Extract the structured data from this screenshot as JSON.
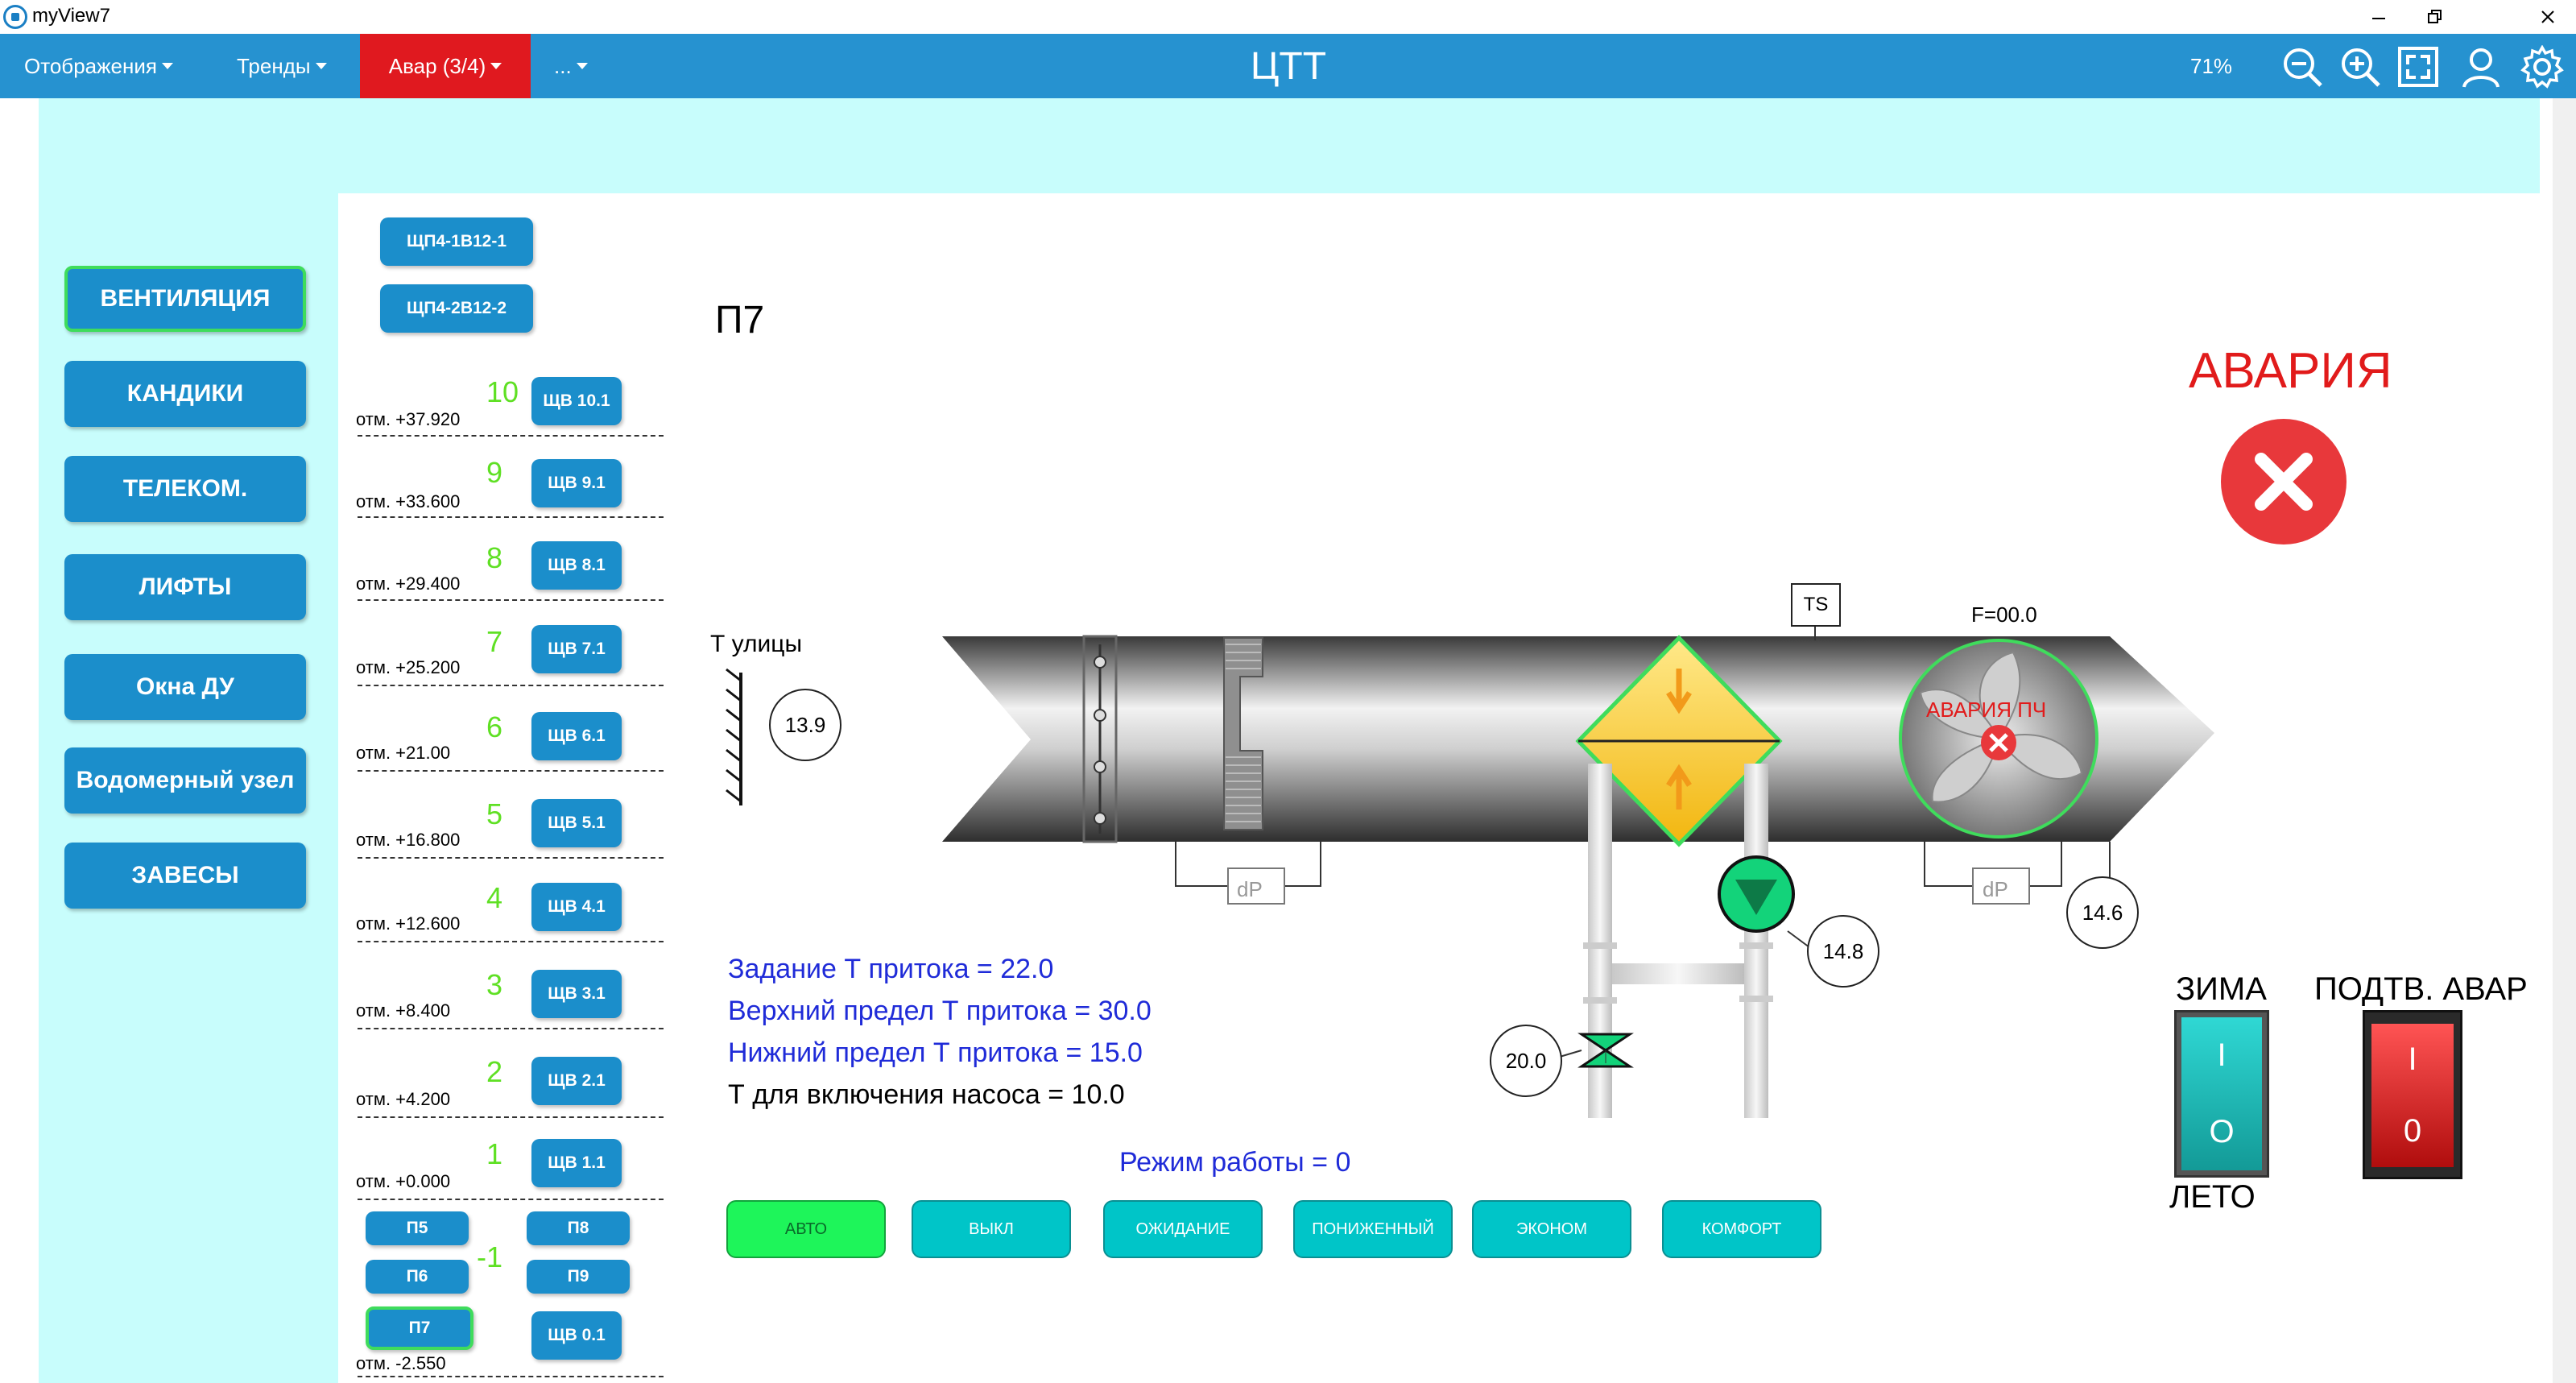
{
  "window": {
    "app_title": "myView7"
  },
  "menu": {
    "displays": "Отображения",
    "trends": "Тренды",
    "alarms": "Авар (3/4)",
    "more": "...",
    "screen_title": "ЦТТ",
    "zoom": "71%"
  },
  "colors": {
    "menu_bg": "#2692d0",
    "alarm_menu_bg": "#e0191f",
    "content_bg": "#c8fdfc",
    "button_blue": "#1b8ecb",
    "selected_border": "#3fdc5c",
    "floor_number": "#5fe024",
    "alarm_red": "#e11b1b",
    "info_blue": "#1f2bd8"
  },
  "nav": [
    {
      "label": "ВЕНТИЛЯЦИЯ"
    },
    {
      "label": "КАНДИКИ"
    },
    {
      "label": "ТЕЛЕКОМ."
    },
    {
      "label": "ЛИФТЫ"
    },
    {
      "label": "Окна ДУ"
    },
    {
      "label": "Водомерный узел"
    },
    {
      "label": "ЗАВЕСЫ"
    }
  ],
  "panels": {
    "top1": "ЩП4-1В12-1",
    "top2": "ЩП4-2В12-2"
  },
  "floors": [
    {
      "num": "10",
      "mark": "отм. +37.920",
      "btn": "ЩВ 10.1"
    },
    {
      "num": "9",
      "mark": "отм. +33.600",
      "btn": "ЩВ 9.1"
    },
    {
      "num": "8",
      "mark": "отм. +29.400",
      "btn": "ЩВ 8.1"
    },
    {
      "num": "7",
      "mark": "отм. +25.200",
      "btn": "ЩВ 7.1"
    },
    {
      "num": "6",
      "mark": "отм. +21.00",
      "btn": "ЩВ 6.1"
    },
    {
      "num": "5",
      "mark": "отм. +16.800",
      "btn": "ЩВ 5.1"
    },
    {
      "num": "4",
      "mark": "отм. +12.600",
      "btn": "ЩВ 4.1"
    },
    {
      "num": "3",
      "mark": "отм. +8.400",
      "btn": "ЩВ 3.1"
    },
    {
      "num": "2",
      "mark": "отм. +4.200",
      "btn": "ЩВ 2.1"
    },
    {
      "num": "1",
      "mark": "отм. +0.000",
      "btn": "ЩВ 1.1"
    }
  ],
  "basement": {
    "num": "-1",
    "mark": "отм. -2.550",
    "p5": "П5",
    "p6": "П6",
    "p7": "П7",
    "p8": "П8",
    "p9": "П9",
    "shv": "ЩВ 0.1"
  },
  "scheme": {
    "title": "П7",
    "t_outdoor_label": "Т улицы",
    "t_outdoor": "13.9",
    "ts_label": "TS",
    "freq": "F=00.0",
    "fan_alarm": "АВАРИЯ ПЧ",
    "dp1": "dP",
    "dp2": "dP",
    "t_supply": "14.6",
    "t_return": "14.8",
    "t_water": "20.0",
    "alarm_title": "АВАРИЯ"
  },
  "info": {
    "setpoint": "Задание Т притока = 22.0",
    "upper": "Верхний предел Т притока = 30.0",
    "lower": "Нижний предел Т притока = 15.0",
    "pump_on": "Т для включения насоса = 10.0",
    "mode": "Режим работы = 0"
  },
  "modes": [
    {
      "label": "АВТО",
      "active": true
    },
    {
      "label": "ВЫКЛ",
      "active": false
    },
    {
      "label": "ОЖИДАНИЕ",
      "active": false
    },
    {
      "label": "ПОНИЖЕННЫЙ",
      "active": false
    },
    {
      "label": "ЭКОНОМ",
      "active": false
    },
    {
      "label": "КОМФОРТ",
      "active": false
    }
  ],
  "switches": {
    "winter": "ЗИМА",
    "summer": "ЛЕТО",
    "ack_alarm": "ПОДТВ. АВАР",
    "ack_on": "I",
    "ack_off": "0",
    "season_on": "I",
    "season_off": "O"
  }
}
